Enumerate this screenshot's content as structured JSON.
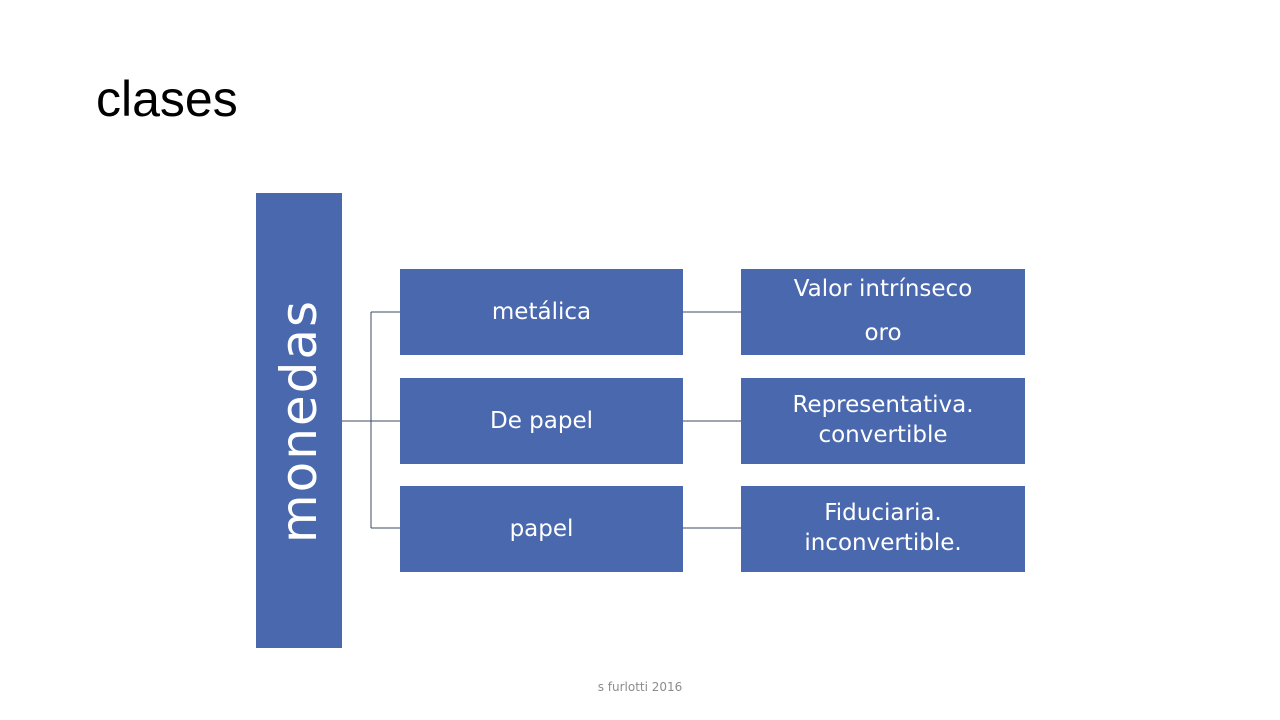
{
  "slide": {
    "title": "clases",
    "footer": "s furlotti 2016"
  },
  "diagram": {
    "root": "monedas",
    "branches": [
      {
        "label": "metálica",
        "detail": [
          "Valor intrínseco",
          "oro"
        ]
      },
      {
        "label": "De papel",
        "detail": [
          "Representativa.",
          "convertible"
        ]
      },
      {
        "label": "papel",
        "detail": [
          "Fiduciaria.",
          "inconvertible."
        ]
      }
    ]
  },
  "colors": {
    "box_fill": "#4a68ae",
    "box_text": "#ffffff",
    "connector": "#3f4a63",
    "footer_text": "#8c8c8c"
  }
}
